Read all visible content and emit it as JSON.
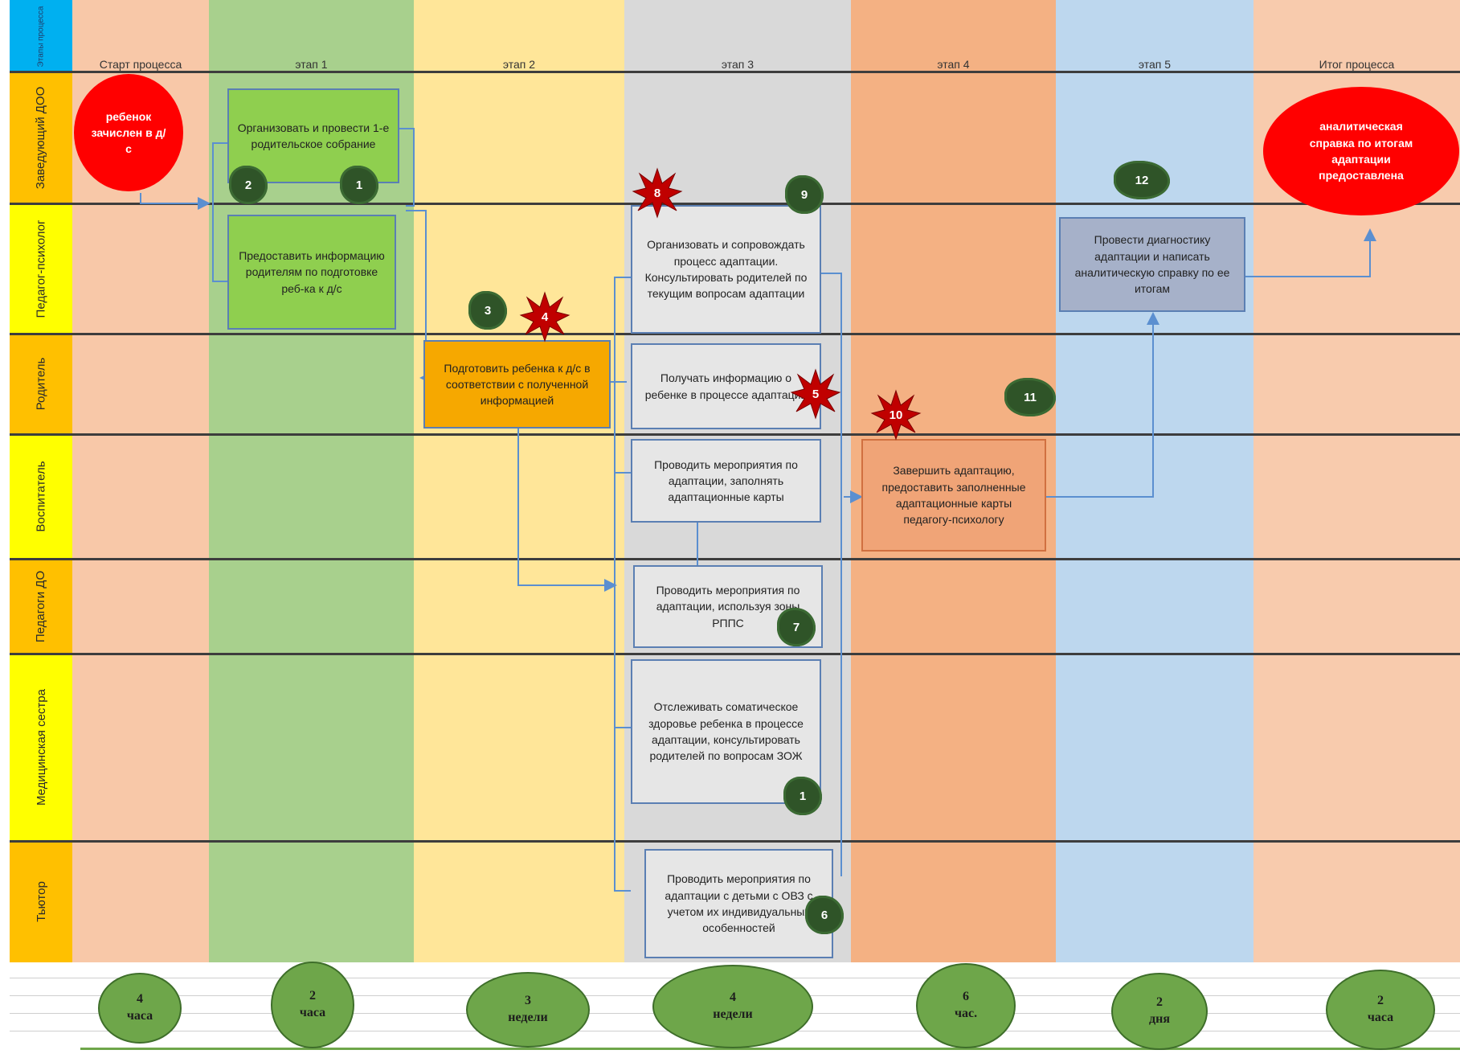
{
  "corner_label": "Этапы процесса",
  "stages": [
    "Старт процесса",
    "этап 1",
    "этап 2",
    "этап 3",
    "этап 4",
    "этап 5",
    "Итог процесса"
  ],
  "lanes": [
    "Заведующий ДОО",
    "Педагог-психолог",
    "Родитель",
    "Воспитатель",
    "Педагоги ДО",
    "Медицинская сестра",
    "Тьютор"
  ],
  "colors": {
    "start": "#f8c8a8",
    "stage1": "#a8d08d",
    "stage2": "#ffe699",
    "stage3": "#d9d9d9",
    "stage4": "#f4b183",
    "stage5": "#bdd7ee",
    "result": "#f8cbad",
    "lane_label_orange": "#ffc000",
    "lane_label_yellow": "#ffff00",
    "corner": "#00b0f0"
  },
  "start_oval": "ребенок зачислен в д/с",
  "result_oval": "аналитическая справка по итогам адаптации предоставлена",
  "boxes": {
    "b1": "Организовать и провести 1-е родительское собрание",
    "b2": "Предоставить информацию родителям по подготовке реб-ка к д/с",
    "b3": "Подготовить ребенка к д/с в соответствии с полученной информацией",
    "b4": "Организовать и сопровождать процесс адаптации. Консультировать родителей по текущим вопросам адаптации",
    "b5": "Получать информацию о ребенке в процессе адаптации",
    "b6": "Проводить мероприятия по адаптации, заполнять адаптационные карты",
    "b7": "Проводить мероприятия по адаптации, используя зоны РППС",
    "b8": "Отслеживать соматическое здоровье ребенка в процессе адаптации, консультировать родителей по вопросам ЗОЖ",
    "b9": "Проводить мероприятия по адаптации с детьми с ОВЗ с учетом их индивидуальных особенностей",
    "b10": "Завершить адаптацию, предоставить заполненные адаптационные карты педагогу-психологу",
    "b11": "Провести диагностику адаптации и написать аналитическую справку по ее итогам"
  },
  "badges": {
    "g1": "1",
    "g2": "2",
    "g3": "3",
    "g9": "9",
    "g7": "7",
    "g1b": "1",
    "g6": "6",
    "g11": "11",
    "g12": "12"
  },
  "stars": {
    "s8": "8",
    "s4": "4",
    "s5": "5",
    "s10": "10"
  },
  "durations": [
    {
      "num": "4",
      "unit": "часа"
    },
    {
      "num": "2",
      "unit": "часа"
    },
    {
      "num": "3",
      "unit": "недели"
    },
    {
      "num": "4",
      "unit": "недели"
    },
    {
      "num": "6",
      "unit": "час."
    },
    {
      "num": "2",
      "unit": "дня"
    },
    {
      "num": "2",
      "unit": "часа"
    }
  ]
}
